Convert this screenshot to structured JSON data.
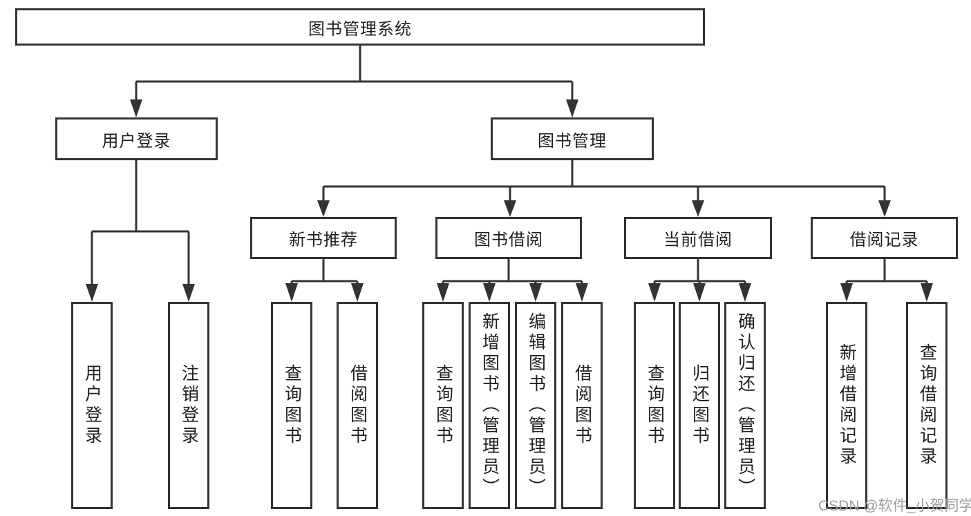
{
  "diagram": {
    "tree": {
      "label": "图书管理系统",
      "children": [
        {
          "label": "用户登录",
          "children": [
            {
              "label": "用户登录"
            },
            {
              "label": "注销登录"
            }
          ]
        },
        {
          "label": "图书管理",
          "children": [
            {
              "label": "新书推荐",
              "children": [
                {
                  "label": "查询图书"
                },
                {
                  "label": "借阅图书"
                }
              ]
            },
            {
              "label": "图书借阅",
              "children": [
                {
                  "label": "查询图书"
                },
                {
                  "label": "新增图书（管理员）"
                },
                {
                  "label": "编辑图书（管理员）"
                },
                {
                  "label": "借阅图书"
                }
              ]
            },
            {
              "label": "当前借阅",
              "children": [
                {
                  "label": "查询图书"
                },
                {
                  "label": "归还图书"
                },
                {
                  "label": "确认归还（管理员）"
                }
              ]
            },
            {
              "label": "借阅记录",
              "children": [
                {
                  "label": "新增借阅记录"
                },
                {
                  "label": "查询借阅记录"
                }
              ]
            }
          ]
        }
      ]
    }
  },
  "watermark": {
    "text": "CSDN @软件_小贺同学",
    "color": "#9b9b9b"
  },
  "colors": {
    "line": "#333333",
    "box_border": "#333333",
    "text": "#1f1f1f",
    "background": "#ffffff"
  }
}
